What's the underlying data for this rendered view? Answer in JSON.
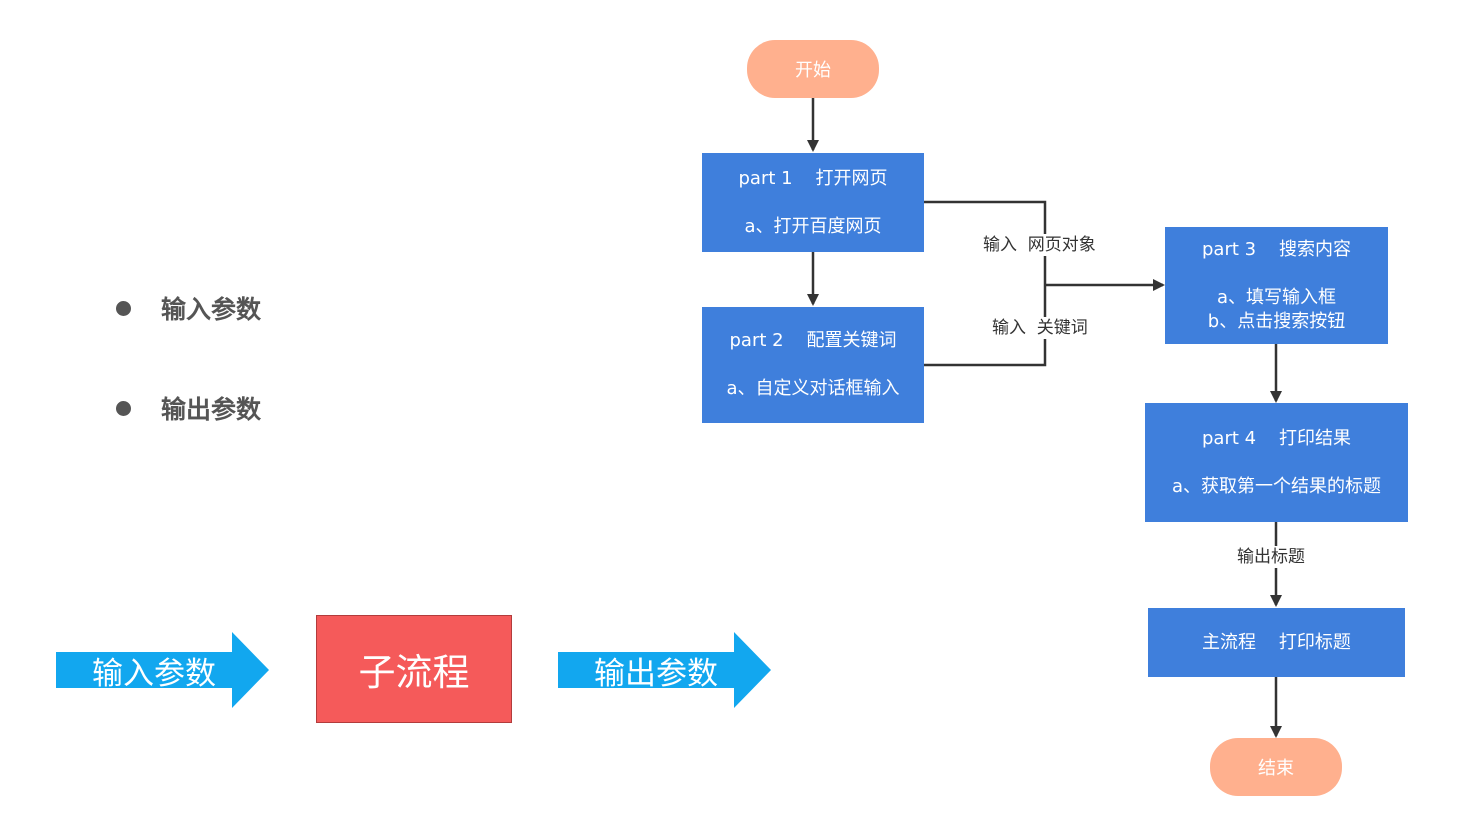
{
  "bullets": [
    "输入参数",
    "输出参数"
  ],
  "legend": {
    "input_arrow": "输入参数",
    "subprocess": "子流程",
    "output_arrow": "输出参数"
  },
  "colors": {
    "terminal": "#ffb08e",
    "process": "#3f7fdc",
    "subprocess": "#f55a5a",
    "arrow_blue": "#12a7ef"
  },
  "flow": {
    "start": "开始",
    "end": "结束",
    "part1": {
      "title": "part 1    打开网页",
      "items": [
        "a、打开百度网页"
      ]
    },
    "part2": {
      "title": "part 2    配置关键词",
      "items": [
        "a、自定义对话框输入"
      ]
    },
    "part3": {
      "title": "part 3    搜索内容",
      "items": [
        "a、填写输入框",
        "b、点击搜索按钮"
      ]
    },
    "part4": {
      "title": "part 4    打印结果",
      "items": [
        "a、获取第一个结果的标题"
      ]
    },
    "main": {
      "title": "主流程    打印标题"
    },
    "edge_labels": {
      "web_object": "输入  网页对象",
      "keyword": "输入  关键词",
      "output_title": "输出标题"
    }
  }
}
